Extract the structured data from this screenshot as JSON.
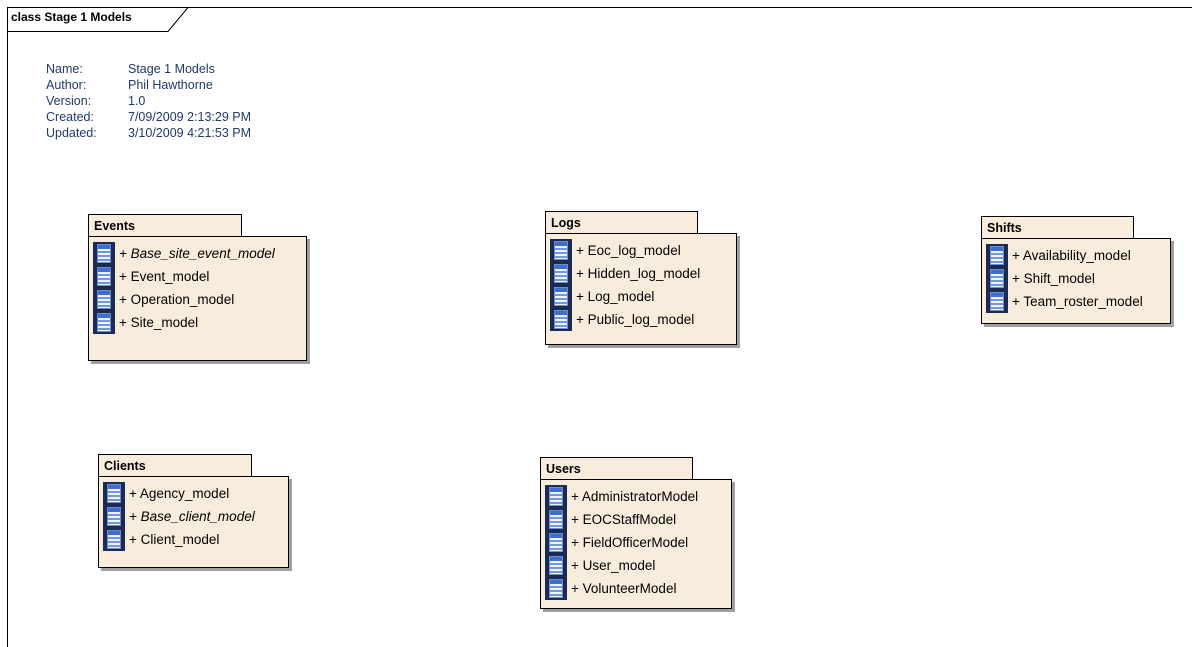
{
  "frame": {
    "title": "class Stage 1 Models"
  },
  "metadata": [
    {
      "key": "Name:",
      "value": "Stage 1 Models"
    },
    {
      "key": "Author:",
      "value": "Phil Hawthorne"
    },
    {
      "key": "Version:",
      "value": "1.0"
    },
    {
      "key": "Created:",
      "value": "7/09/2009 2:13:29 PM"
    },
    {
      "key": "Updated:",
      "value": "3/10/2009 4:21:53 PM"
    }
  ],
  "packages": {
    "events": {
      "name": "Events",
      "items": [
        {
          "label": "+ Base_site_event_model",
          "italic": true
        },
        {
          "label": "+ Event_model",
          "italic": false
        },
        {
          "label": "+ Operation_model",
          "italic": false
        },
        {
          "label": "+ Site_model",
          "italic": false
        }
      ]
    },
    "logs": {
      "name": "Logs",
      "items": [
        {
          "label": "+ Eoc_log_model",
          "italic": false
        },
        {
          "label": "+ Hidden_log_model",
          "italic": false
        },
        {
          "label": "+ Log_model",
          "italic": false
        },
        {
          "label": "+ Public_log_model",
          "italic": false
        }
      ]
    },
    "shifts": {
      "name": "Shifts",
      "items": [
        {
          "label": "+ Availability_model",
          "italic": false
        },
        {
          "label": "+ Shift_model",
          "italic": false
        },
        {
          "label": "+ Team_roster_model",
          "italic": false
        }
      ]
    },
    "clients": {
      "name": "Clients",
      "items": [
        {
          "label": "+ Agency_model",
          "italic": false
        },
        {
          "label": "+ Base_client_model",
          "italic": true
        },
        {
          "label": "+ Client_model",
          "italic": false
        }
      ]
    },
    "users": {
      "name": "Users",
      "items": [
        {
          "label": "+ AdministratorModel",
          "italic": false
        },
        {
          "label": "+ EOCStaffModel",
          "italic": false
        },
        {
          "label": "+ FieldOfficerModel",
          "italic": false
        },
        {
          "label": "+ User_model",
          "italic": false
        },
        {
          "label": "+ VolunteerModel",
          "italic": false
        }
      ]
    }
  },
  "colors": {
    "package_fill": "#f8ecdc",
    "metadata_text": "#1f3a6b",
    "class_icon": "#1a2a52"
  },
  "icons": {
    "class_item": "class-icon"
  }
}
